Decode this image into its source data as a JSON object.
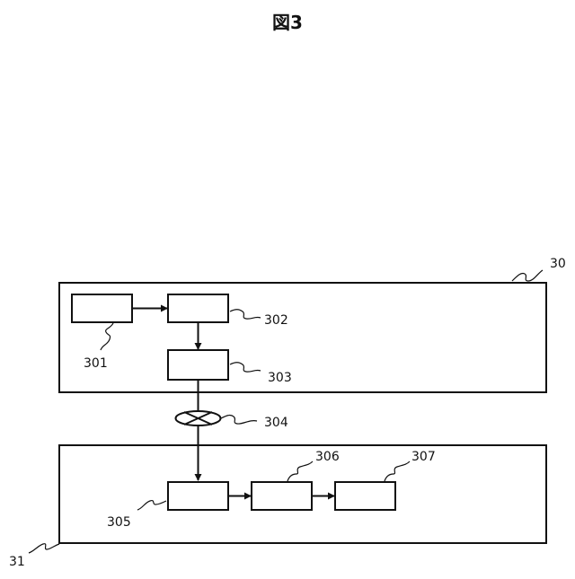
{
  "figure": {
    "title": "図3"
  },
  "units": [
    {
      "id": "30",
      "ref": "30"
    },
    {
      "id": "31",
      "ref": "31"
    }
  ],
  "blocks": [
    {
      "id": "301",
      "ref": "301"
    },
    {
      "id": "302",
      "ref": "302"
    },
    {
      "id": "303",
      "ref": "303"
    },
    {
      "id": "305",
      "ref": "305"
    },
    {
      "id": "306",
      "ref": "306"
    },
    {
      "id": "307",
      "ref": "307"
    }
  ],
  "connector": {
    "id": "304",
    "ref": "304"
  }
}
